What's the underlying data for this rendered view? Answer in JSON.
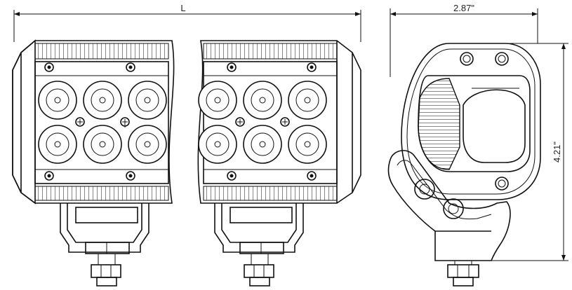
{
  "dimensions": {
    "length_label": "L",
    "width_label": "2.87\"",
    "height_label": "4.21\""
  },
  "colors": {
    "line": "#111111",
    "background": "#ffffff"
  }
}
